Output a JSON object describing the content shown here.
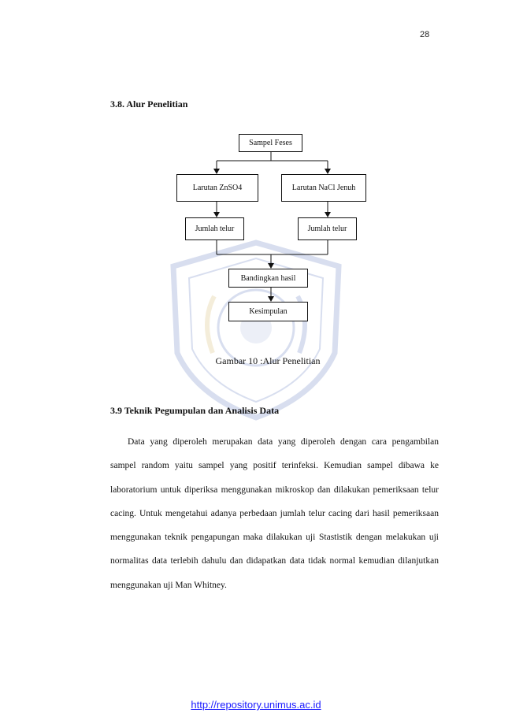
{
  "page_number": "28",
  "section_38": {
    "heading": "3.8. Alur Penelitian"
  },
  "flowchart": {
    "nodes": {
      "sampel": "Sampel Feses",
      "znso4": "Larutan ZnSO4",
      "nacl": "Larutan NaCl Jenuh",
      "jumlah_left": "Jumlah telur",
      "jumlah_right": "Jumlah telur",
      "bandingkan": "Bandingkan hasil",
      "kesimpulan": "Kesimpulan"
    },
    "caption": "Gambar 10 :Alur Penelitian"
  },
  "section_39": {
    "heading": "3.9 Teknik Pegumpulan dan Analisis Data",
    "paragraph": "Data yang diperoleh merupakan data yang diperoleh dengan cara pengambilan sampel random yaitu sampel yang positif terinfeksi. Kemudian sampel dibawa ke laboratorium untuk diperiksa menggunakan mikroskop dan dilakukan pemeriksaan telur cacing. Untuk mengetahui adanya perbedaan jumlah telur cacing dari hasil pemeriksaan menggunakan teknik pengapungan maka dilakukan uji Stastistik dengan melakukan uji normalitas data terlebih dahulu dan didapatkan data tidak normal kemudian dilanjutkan menggunakan uji Man Whitney."
  },
  "footer": {
    "link_text": "http://repository.unimus.ac.id"
  },
  "colors": {
    "link": "#1a1aff",
    "watermark_blue": "#2b4fa8",
    "watermark_gold": "#c8a23a"
  }
}
